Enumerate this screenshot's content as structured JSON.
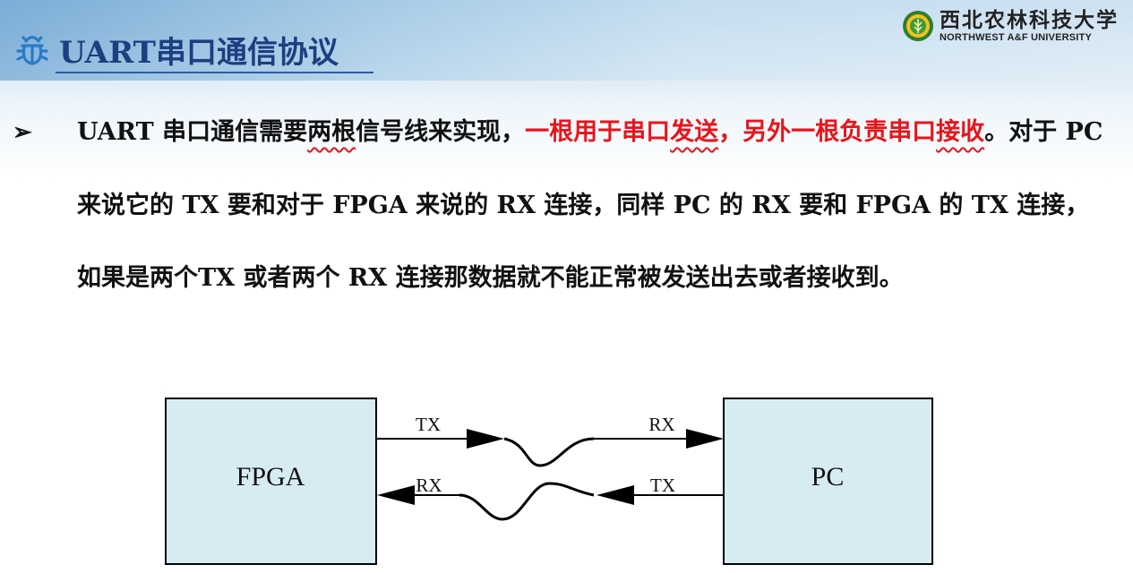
{
  "header": {
    "title": "UART串口通信协议",
    "logo_cn": "西北农林科技大学",
    "logo_en": "NORTHWEST A&F UNIVERSITY"
  },
  "content": {
    "bullet_symbol": "➢",
    "segments": [
      {
        "text": "UART 串口通信需要",
        "style": "normal"
      },
      {
        "text": "两根",
        "style": "wavy"
      },
      {
        "text": "信号线来实现，",
        "style": "normal"
      },
      {
        "text": "一根用于串口",
        "style": "red"
      },
      {
        "text": "发送",
        "style": "red-wavy"
      },
      {
        "text": "，另外一根负责串口",
        "style": "red"
      },
      {
        "text": "接收",
        "style": "red-wavy"
      },
      {
        "text": "。对于 PC 来说它的 TX 要和对于 FPGA 来说的 RX 连接，同样 PC 的 RX 要和 FPGA 的 TX 连接，如果是两个TX 或者两个 RX 连接那数据就不能正常被发送出去或者接收到。",
        "style": "normal"
      }
    ]
  },
  "diagram": {
    "left_box": "FPGA",
    "right_box": "PC",
    "top_line_left_label": "TX",
    "top_line_right_label": "RX",
    "bottom_line_left_label": "RX",
    "bottom_line_right_label": "TX",
    "box_fill": "#d7ebf3",
    "line_color": "#000000"
  },
  "colors": {
    "title": "#1c3f80",
    "highlight": "#e8141b",
    "icon": "#2a7bc9"
  }
}
